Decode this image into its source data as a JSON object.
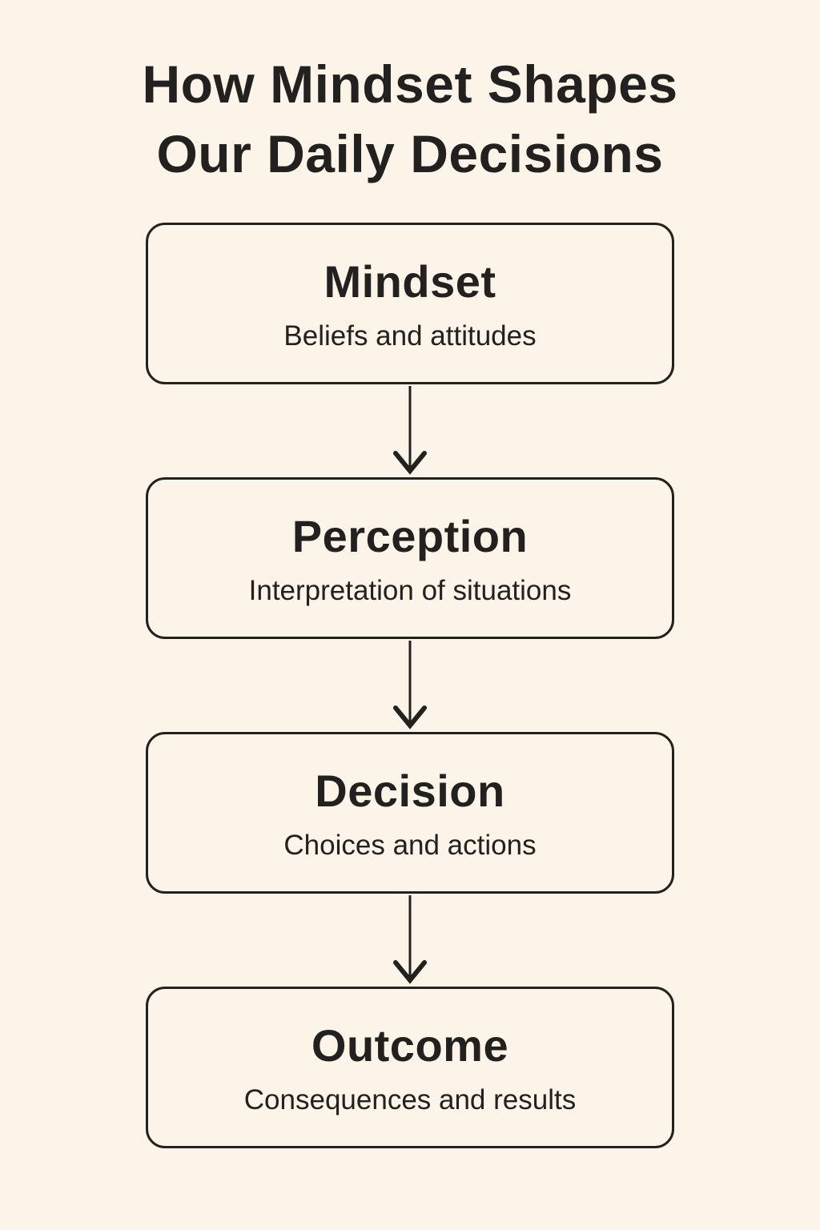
{
  "page": {
    "background_color": "#fcf3e9",
    "text_color": "#232120",
    "border_color": "#23211e"
  },
  "title": {
    "line1": "How Mindset Shapes",
    "line2": "Our Daily Decisions"
  },
  "chart_data": {
    "type": "flowchart",
    "title": "How Mindset Shapes Our Daily Decisions",
    "direction": "top-to-bottom",
    "steps": [
      {
        "heading": "Mindset",
        "description": "Beliefs and attitudes"
      },
      {
        "heading": "Perception",
        "description": "Interpretation of situations"
      },
      {
        "heading": "Decision",
        "description": "Choices and actions"
      },
      {
        "heading": "Outcome",
        "description": "Consequences and results"
      }
    ]
  },
  "flow": {
    "steps": [
      {
        "heading": "Mindset",
        "description": "Beliefs and attitudes"
      },
      {
        "heading": "Perception",
        "description": "Interpretation of situations"
      },
      {
        "heading": "Decision",
        "description": "Choices and actions"
      },
      {
        "heading": "Outcome",
        "description": "Consequences and results"
      }
    ]
  }
}
